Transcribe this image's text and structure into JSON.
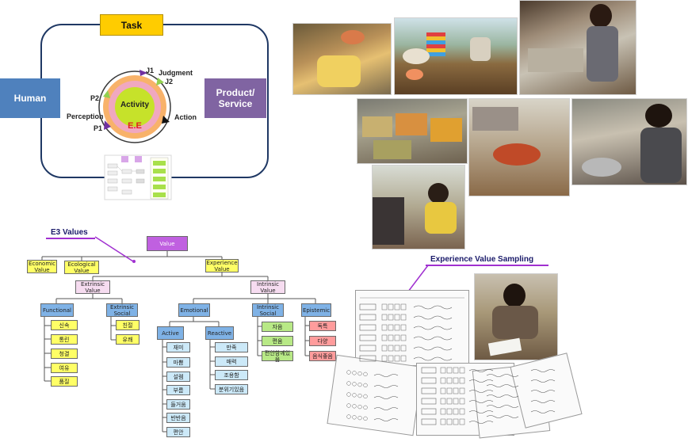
{
  "cycle": {
    "task": "Task",
    "human": "Human",
    "product": "Product/\nService",
    "activity": "Activity",
    "ee": "E.E",
    "judgment": "Judgment",
    "j1": "J1",
    "j2": "J2",
    "p1": "P1",
    "p2": "P2",
    "perception": "Perception",
    "action": "Action",
    "colors": {
      "task": "#ffcc00",
      "human": "#4f81bd",
      "product": "#8064a2",
      "frame": "#1f3864"
    }
  },
  "e3": {
    "title": "E3 Values",
    "root": "Value",
    "economic": "Economic\nValue",
    "ecological": "Ecological\nValue",
    "experience": "Experience\nValue",
    "extrinsic": "Extrinsic\nValue",
    "intrinsic": "Intrinsic\nValue",
    "functional": "Functional",
    "extrinsic_social": "Extrinsic\nSocial",
    "emotional": "Emotional",
    "intrinsic_social": "Intrinsic\nSocial",
    "epistemic": "Epistemic",
    "active": "Active",
    "reactive": "Reactive",
    "functional_items": [
      "신속",
      "통린",
      "청결",
      "여유",
      "품질"
    ],
    "social_ext_items": [
      "친절",
      "유쾌"
    ],
    "active_items": [
      "재미",
      "마쁨",
      "설렘",
      "부름",
      "들거움",
      "반반음",
      "편안"
    ],
    "reactive_items": [
      "만족",
      "매력",
      "조용함",
      "분위기있음"
    ],
    "social_int_items": [
      "자음",
      "편움",
      "편안함께있음"
    ],
    "epistemic_items": [
      "독특",
      "다양",
      "음식좋음"
    ]
  },
  "sampling": {
    "title": "Experience Value Sampling"
  }
}
